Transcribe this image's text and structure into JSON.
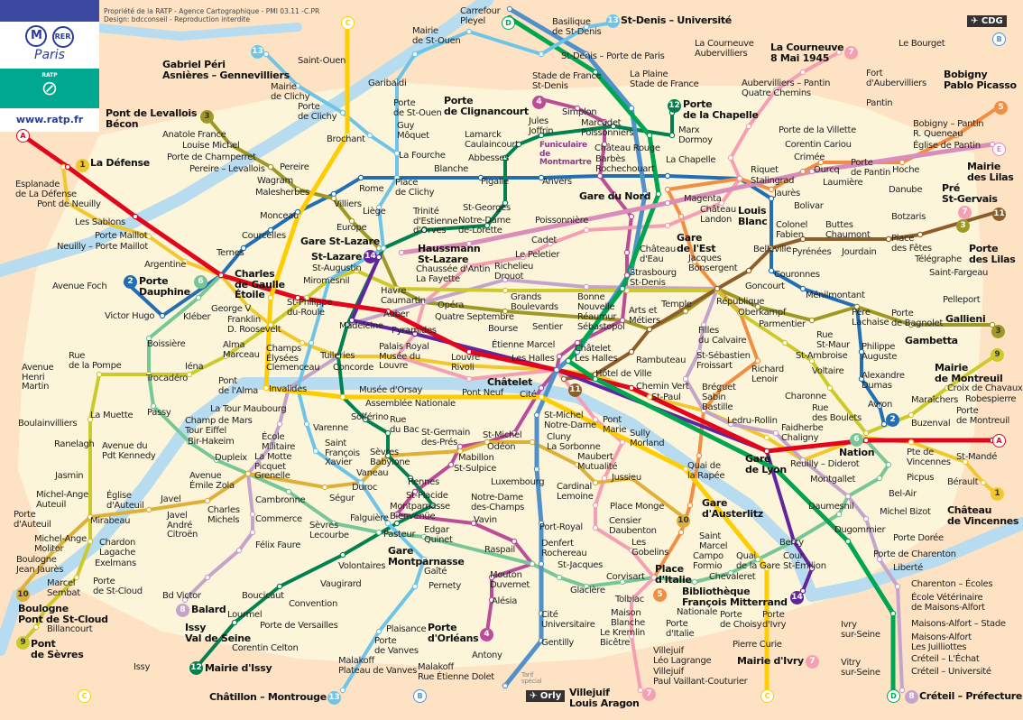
{
  "legend": {
    "metro": "M",
    "rer": "RER",
    "city": "Paris",
    "ratp": "RATP",
    "url": "www.ratp.fr"
  },
  "credit": "Propriété de la RATP - Agence Cartographique - PMI 03.11 -C.PR\nDesign: bdcconseil - Reproduction interdite",
  "airports": {
    "cdg": "✈ CDG",
    "orly": "✈ Orly"
  },
  "tarif": "Tarif\nspécial",
  "colors": {
    "bg": "#fde3c3",
    "paris": "#fdf5d9",
    "seine": "#b8dcef"
  },
  "lines": {
    "1": "#f2c72e",
    "2": "#216eb4",
    "3": "#9f9825",
    "4": "#bb4d98",
    "5": "#f28e42",
    "6": "#77c696",
    "7": "#f59fb3",
    "8": "#c5a3ca",
    "9": "#cec92b",
    "10": "#dfb039",
    "11": "#8d5e2a",
    "12": "#00814f",
    "13": "#6ec4e8",
    "14": "#62259d",
    "A": "#e3051c",
    "B": "#5091cb",
    "C": "#fecd00",
    "D": "#00a551",
    "E": "#d88dbb"
  },
  "terminus": [
    "Gabriel Péri\nAsnières – Gennevilliers",
    "Pont de Levallois\nBécon",
    "La Défense",
    "Charles\nde Gaulle\nÉtoile",
    "Porte\nDauphine",
    "Gare St-Lazare",
    "Haussmann\nSt-Lazare",
    "Porte\nde Clignancourt",
    "Porte\nde la Chapelle",
    "Gare du Nord",
    "Gare\nde l'Est",
    "Louis\nBlanc",
    "La Courneuve\n8 Mai 1945",
    "St-Denis – Université",
    "Bobigny\nPablo Picasso",
    "Pré\nSt-Gervais",
    "Mairie\ndes Lilas",
    "Porte\ndes Lilas",
    "Gallieni",
    "Gambetta",
    "Mairie\nde Montreuil",
    "Nation",
    "Château\nde Vincennes",
    "Gare\nde Lyon",
    "Gare\nd'Austerlitz",
    "Place\nd'Italie",
    "Bibliothèque\nFrançois Mitterrand",
    "Mairie d'Ivry",
    "Créteil – Préfecture",
    "Villejuif\nLouis Aragon",
    "Porte\nd'Orléans",
    "Châtillon – Montrouge",
    "Mairie d'Issy",
    "Issy\nVal de Seine",
    "Balard",
    "Boulogne\nPont de St-Cloud",
    "Pont\nde Sèvres",
    "Gare\nMontparnasse",
    "Châtelet",
    "St-Lazare"
  ],
  "funicular": "Funiculaire\nde\nMontmartre",
  "stations": [
    "Saint-Ouen",
    "Mairie\nde St-Ouen",
    "Carrefour\nPleyel",
    "Basilique\nde St-Denis",
    "St-Denis – Porte de Paris",
    "Stade de France\nSt-Denis",
    "La Plaine\nStade de France",
    "La Courneuve\nAubervilliers",
    "Le Bourget",
    "Fort\nd'Aubervilliers",
    "Aubervilliers – Pantin\nQuatre Chemins",
    "Pantin",
    "Bobigny – Pantin\nR. Queneau",
    "Église de Pantin",
    "Mairie\nde Clichy",
    "Porte\nde Clichy",
    "Garibaldi",
    "Brochant",
    "Porte\nde St-Ouen",
    "Guy\nMôquet",
    "La Fourche",
    "Jules\nJoffrin",
    "Simplon",
    "Marcadet\nPoissonniers",
    "Marx\nDormoy",
    "Lamarck\nCaulaincourt",
    "Château Rouge",
    "Barbès\nRochechouart",
    "Abbesses",
    "Blanche",
    "Pigalle",
    "Anvers",
    "La Chapelle",
    "Porte de la Villette",
    "Corentin Cariou",
    "Crimée",
    "Riquet",
    "Stalingrad",
    "Jaurès",
    "Ourcq",
    "Laumière",
    "Porte\nde Pantin",
    "Hoche",
    "Bolivar",
    "Danube",
    "Botzaris",
    "Buttes\nChaumont",
    "Colonel\nFabien",
    "Place\ndes Fêtes",
    "Télégraphe",
    "Jourdain",
    "Pyrénées",
    "Belleville",
    "Saint-Fargeau",
    "Pelleport",
    "Porte\nde Bagnolet",
    "Couronnes",
    "Goncourt",
    "Ménilmontant",
    "Père\nLachaise",
    "Rue\nSt-Maur",
    "Philippe\nAuguste",
    "Alexandre\nDumas",
    "Avron",
    "Croix de Chavaux",
    "Robespierre",
    "Porte\nde Montreuil",
    "Maraîchers",
    "Buzenval",
    "Pte de\nVincennes",
    "St-Mandé",
    "Bérault",
    "Picpus",
    "Bel-Air",
    "Michel Bizot",
    "Porte Dorée",
    "Porte de Charenton",
    "Liberté",
    "Charenton – Écoles",
    "École Vétérinaire\nde Maisons-Alfort",
    "Maisons-Alfort – Stade",
    "Maisons-Alfort\nLes Juilliottes",
    "Créteil – L'Échat",
    "Créteil – Université",
    "Ivry\nsur-Seine",
    "Vitry\nsur-Seine",
    "Reuilly – Diderot",
    "Montgallet",
    "Daumesnil",
    "Dugommier",
    "Bercy",
    "Cour\nSt-Émilion",
    "Quai\nde la Gare",
    "Chevaleret",
    "Nationale",
    "Campo\nFormio",
    "Saint\nMarcel",
    "Quai de\nla Rapée",
    "Faidherbe\nChaligny",
    "Rue\ndes Boulets",
    "Charonne",
    "Ledru-Rollin",
    "Voltaire",
    "St-Ambroise",
    "Parmentier",
    "Oberkampf",
    "République",
    "Filles\ndu Calvaire",
    "St-Sébastien\nFroissart",
    "Richard\nLenoir",
    "Bréguet\nSabin",
    "Bastille",
    "Chemin Vert",
    "St-Paul",
    "Hôtel de Ville",
    "Rambuteau",
    "Arts et\nMétiers",
    "Temple",
    "Strasbourg\nSt-Denis",
    "Jacques\nBonsergent",
    "Château\nd'Eau",
    "Château\nLandon",
    "Magenta",
    "Poissonnière",
    "Cadet",
    "Le Peletier",
    "Richelieu\nDrouot",
    "Chaussée d'Antin\nLa Fayette",
    "Trinité\nd'Estienne\nd'Orves",
    "St-Georges",
    "Notre-Dame\nde-Lorette",
    "Place\nde Clichy",
    "Rome",
    "Villiers",
    "Liège",
    "Europe",
    "Monceau",
    "Malesherbes",
    "Wagram",
    "Pereire",
    "Pereire – Levallois",
    "Porte de Champerret",
    "Louise Michel",
    "Anatole France",
    "Courcelles",
    "Ternes",
    "Argentine",
    "Porte Maillot",
    "Neuilly – Porte Maillot",
    "Les Sablons",
    "Pont de Neuilly",
    "Esplanade\nde La Défense",
    "Avenue Foch",
    "Victor Hugo",
    "Kléber",
    "George V",
    "St-Augustin",
    "Miromesnil",
    "St-Philippe\ndu-Roule",
    "Franklin\nD. Roosevelt",
    "Havre\nCaumartin",
    "Opéra",
    "Auber",
    "Madeleine",
    "Pyramides",
    "Grands\nBoulevards",
    "Bonne\nNouvelle",
    "Quatre Septembre",
    "Bourse",
    "Sentier",
    "Réaumur\nSébastopol",
    "Étienne Marcel",
    "Palais Royal\nMusée du\nLouvre",
    "Louvre\nRivoli",
    "Les Halles",
    "Châtelet\nLes Halles",
    "Tuileries",
    "Concorde",
    "Champs\nÉlysées\nClemenceau",
    "Alma\nMarceau",
    "Boissière",
    "Rue\nde la Pompe",
    "Avenue\nHenri\nMartin",
    "Trocadéro",
    "Iéna",
    "Pont\nde l'Alma",
    "Invalides",
    "Musée d'Orsay",
    "Assemblée Nationale",
    "Pont Neuf",
    "Cité",
    "St-Michel\nNotre-Dame",
    "Pont\nMarie",
    "Sully\nMorland",
    "Cluny\nLa Sorbonne",
    "St-Michel",
    "Odéon",
    "St-Germain\ndes-Prés",
    "Rue\ndu Bac",
    "Solférino",
    "Varenne",
    "La Tour Maubourg",
    "Champ de Mars\nTour Eiffel",
    "Bir-Hakeim",
    "Passy",
    "La Muette",
    "Ranelagh",
    "Boulainvilliers",
    "Avenue du\nPdt Kennedy",
    "École\nMilitaire",
    "Saint\nFrançois\nXavier",
    "Dupleix",
    "La Motte\nPicquet\nGrenelle",
    "Sèvres\nBabylone",
    "Vaneau",
    "Mabillon",
    "St-Sulpice",
    "Maubert\nMutualité",
    "Rennes",
    "Jussieu",
    "Cardinal\nLemoine",
    "Luxembourg",
    "Avenue\nÉmile Zola",
    "Cambronne",
    "Ségur",
    "Duroc",
    "St-Placide",
    "Notre-Dame\ndes-Champs",
    "Montparnasse\nBienvenüe",
    "Place Monge",
    "Censier\nDaubenton",
    "Jasmin",
    "Michel-Ange\nAuteuil",
    "Porte\nd'Auteuil",
    "Église\nd'Auteuil",
    "Mirabeau",
    "Javel",
    "Javel\nAndré\nCitroën",
    "Charles\nMichels",
    "Commerce",
    "Falguière",
    "Sèvres\nLecourbe",
    "Vavin",
    "Pasteur",
    "Edgar\nQuinet",
    "Raspail",
    "Port-Royal",
    "Denfert\nRochereau",
    "Les\nGobelins",
    "Michel-Ange\nMolitor",
    "Chardon\nLagache",
    "Exelmans",
    "Félix Faure",
    "Volontaires",
    "Gaîté",
    "St-Jacques",
    "Corvisart",
    "Glacière",
    "Boulogne\nJean Jaurès",
    "Porte\nde St-Cloud",
    "Marcel\nSembat",
    "Bd Victor",
    "Boucicaut",
    "Vaugirard",
    "Pernety",
    "Mouton\nDuvernet",
    "Lourmel",
    "Convention",
    "Alésia",
    "Tolbiac",
    "Maison\nBlanche",
    "Porte\nd'Italie",
    "Porte\nde Choisy",
    "Porte\nd'Ivry",
    "Cité\nUniversitaire",
    "Billancourt",
    "Porte de Versailles",
    "Plaisance",
    "Porte\nde Vanves",
    "Le Kremlin\nBicêtre",
    "Pierre Curie",
    "Corentin Celton",
    "Malakoff\nPlateau de Vanves",
    "Gentilly",
    "Villejuif\nLéo Lagrange",
    "Villejuif\nPaul Vaillant-Couturier",
    "Malakoff\nRue Étienne Dolet",
    "Antony",
    "Issy"
  ]
}
